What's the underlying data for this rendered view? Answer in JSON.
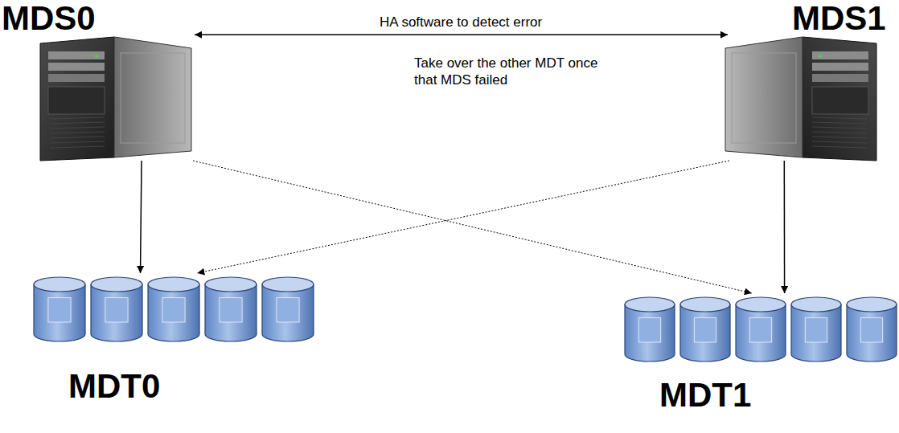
{
  "diagram": {
    "nodes": [
      {
        "text": [
          "MDS0"
        ]
      },
      {
        "text": [
          "MDS1"
        ]
      },
      {
        "text": [
          "MDT0"
        ]
      },
      {
        "text": [
          "MDT1"
        ]
      }
    ],
    "edges": [
      {
        "from": 0,
        "to": 1,
        "arrow": "both",
        "label": "HA software to detect error"
      },
      {
        "from": 0,
        "to": 2,
        "arrow": "to"
      },
      {
        "from": 1,
        "to": 3,
        "arrow": "to"
      },
      {
        "from": 0,
        "to": 3,
        "arrow": "to"
      },
      {
        "from": 1,
        "to": 2,
        "arrow": "to"
      }
    ],
    "labels": [
      "Take over the other MDT once that MDS failed"
    ]
  }
}
